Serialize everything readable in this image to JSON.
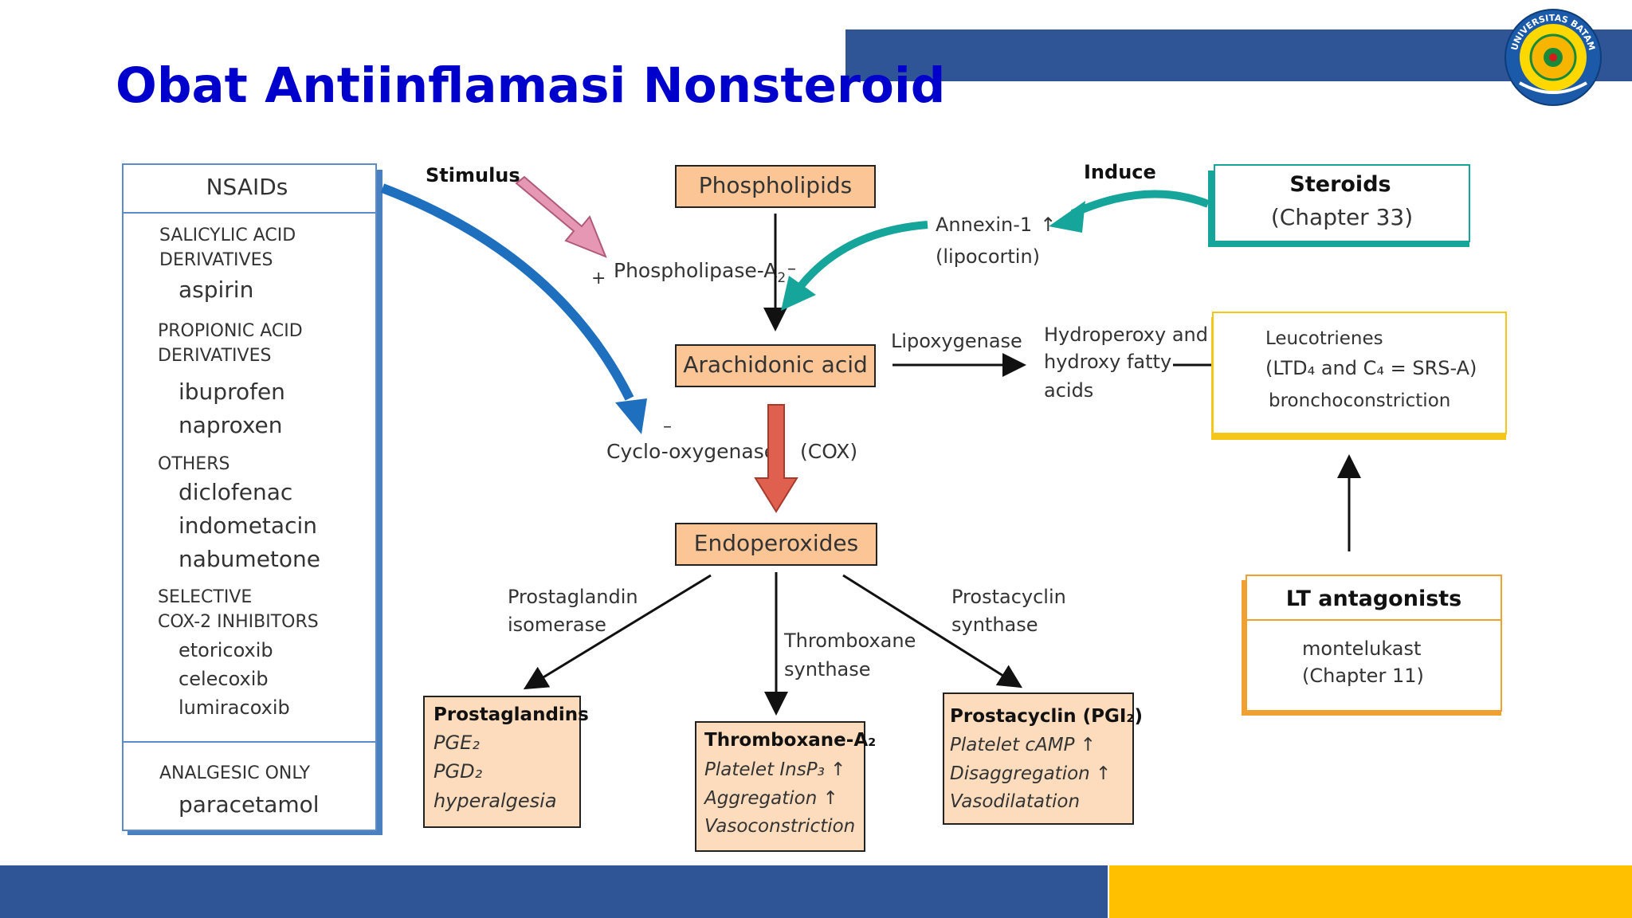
{
  "slide": {
    "title": "Obat Antiinflamasi Nonsteroid",
    "logo_text": "UNIVERSITAS BATAM"
  },
  "colors": {
    "title": "#0000cc",
    "header_bar": "#2f5597",
    "footer_blue": "#2f5597",
    "footer_gold": "#ffc000",
    "box_fill": "#fbd5b5",
    "box_border_orange": "#e0821a",
    "nsaid_arrow": "#1f6fbf",
    "steroid_arrow": "#16a59a",
    "stimulus_arrow": "#d87a9a",
    "cox_arrow": "#e06050"
  },
  "nsaids": {
    "header": "NSAIDs",
    "groups": [
      {
        "label_line1": "SALICYLIC ACID",
        "label_line2": "DERIVATIVES",
        "drugs": [
          "aspirin"
        ]
      },
      {
        "label_line1": "PROPIONIC ACID",
        "label_line2": "DERIVATIVES",
        "drugs": [
          "ibuprofen",
          "naproxen"
        ]
      },
      {
        "label_line1": "OTHERS",
        "label_line2": "",
        "drugs": [
          "diclofenac",
          "indometacin",
          "nabumetone"
        ]
      },
      {
        "label_line1": "SELECTIVE",
        "label_line2": "COX-2 INHIBITORS",
        "drugs": [
          "etoricoxib",
          "celecoxib",
          "lumiracoxib"
        ]
      }
    ],
    "analgesic_label": "ANALGESIC ONLY",
    "analgesic_drug": "paracetamol"
  },
  "pathway": {
    "stimulus": "Stimulus",
    "phospholipids": "Phospholipids",
    "plus": "+",
    "minus": "–",
    "phospholipase": "Phospholipase-A",
    "phospholipase_sub": "2",
    "arachidonic": "Arachidonic acid",
    "cox": "Cyclo-oxygenase",
    "cox_abbr": "(COX)",
    "endoperoxides": "Endoperoxides",
    "lipoxygenase": "Lipoxygenase",
    "hydroperoxy": [
      "Hydroperoxy and",
      "hydroxy fatty",
      "acids"
    ],
    "annexin": "Annexin-1",
    "lipocortin": "(lipocortin)",
    "induce": "Induce",
    "steroids_title": "Steroids",
    "steroids_chapter": "(Chapter 33)",
    "leuco_line1": "Leucotrienes",
    "leuco_line2": "(LTD₄ and C₄ = SRS-A)",
    "leuco_line3": "bronchoconstriction",
    "lt_title": "LT antagonists",
    "lt_drug": "montelukast",
    "lt_chapter": "(Chapter 11)",
    "pg_isomerase": [
      "Prostaglandin",
      "isomerase"
    ],
    "tx_synthase": [
      "Thromboxane",
      "synthase"
    ],
    "pc_synthase": [
      "Prostacyclin",
      "synthase"
    ],
    "pg_box": {
      "title": "Prostaglandins",
      "lines": [
        "PGE₂",
        "PGD₂",
        "hyperalgesia"
      ]
    },
    "tx_box": {
      "title": "Thromboxane-A₂",
      "lines": [
        "Platelet InsP₃ ↑",
        "Aggregation ↑",
        "Vasoconstriction"
      ]
    },
    "pc_box": {
      "title": "Prostacyclin (PGI₂)",
      "lines": [
        "Platelet cAMP ↑",
        "Disaggregation ↑",
        "Vasodilatation"
      ]
    },
    "up_arrow": "↑"
  }
}
